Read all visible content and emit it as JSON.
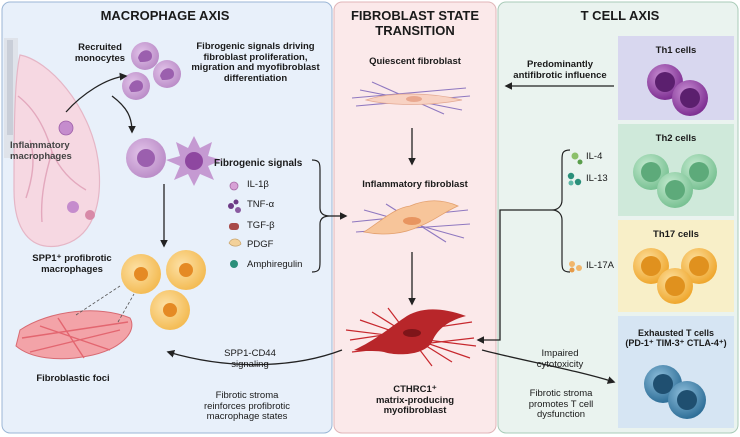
{
  "macrophage": {
    "title": "MACROPHAGE AXIS",
    "recruited_monocytes": "Recruited\nmonocytes",
    "fibrogenic_driving": "Fibrogenic signals driving\nfibroblast proliferation,\nmigration and myofibroblast\ndifferentiation",
    "inflammatory_macrophages": "Inflammatory\nmacrophages",
    "fibrogenic_signals_title": "Fibrogenic signals",
    "signals": [
      "IL-1β",
      "TNF-α",
      "TGF-β",
      "PDGF",
      "Amphiregulin"
    ],
    "spp1_macrophages": "SPP1⁺ profibrotic\nmacrophages",
    "fibroblastic_foci": "Fibroblastic foci",
    "spp1_cd44": "SPP1-CD44\nsignaling",
    "stroma_reinforces": "Fibrotic stroma\nreinforces profibrotic\nmacrophage states"
  },
  "fibroblast": {
    "title": "FIBROBLAST STATE\nTRANSITION",
    "quiescent": "Quiescent fibroblast",
    "inflammatory": "Inflammatory fibroblast",
    "myofibroblast": "CTHRC1⁺\nmatrix-producing\nmyofibroblast"
  },
  "tcell": {
    "title": "T CELL AXIS",
    "antifibrotic": "Predominantly\nantifibrotic influence",
    "cytokines": [
      "IL-4",
      "IL-13",
      "IL-17A"
    ],
    "impaired": "Impaired\ncytotoxicity",
    "stroma_promotes": "Fibrotic stroma\npromotes T cell\ndysfunction",
    "th1": "Th1 cells",
    "th2": "Th2 cells",
    "th17": "Th17 cells",
    "exhausted": "Exhausted T cells\n(PD-1⁺ TIM-3⁺ CTLA-4⁺)"
  },
  "colors": {
    "macrophage_bg": "#e8f0fa",
    "fibroblast_bg": "#fbe9ea",
    "tcell_bg": "#eaf3ef",
    "th1": "#8e3fa0",
    "th2": "#7fca9a",
    "th17": "#f2b13c",
    "exhausted": "#3f7fa8",
    "myofibroblast": "#c7282e"
  }
}
